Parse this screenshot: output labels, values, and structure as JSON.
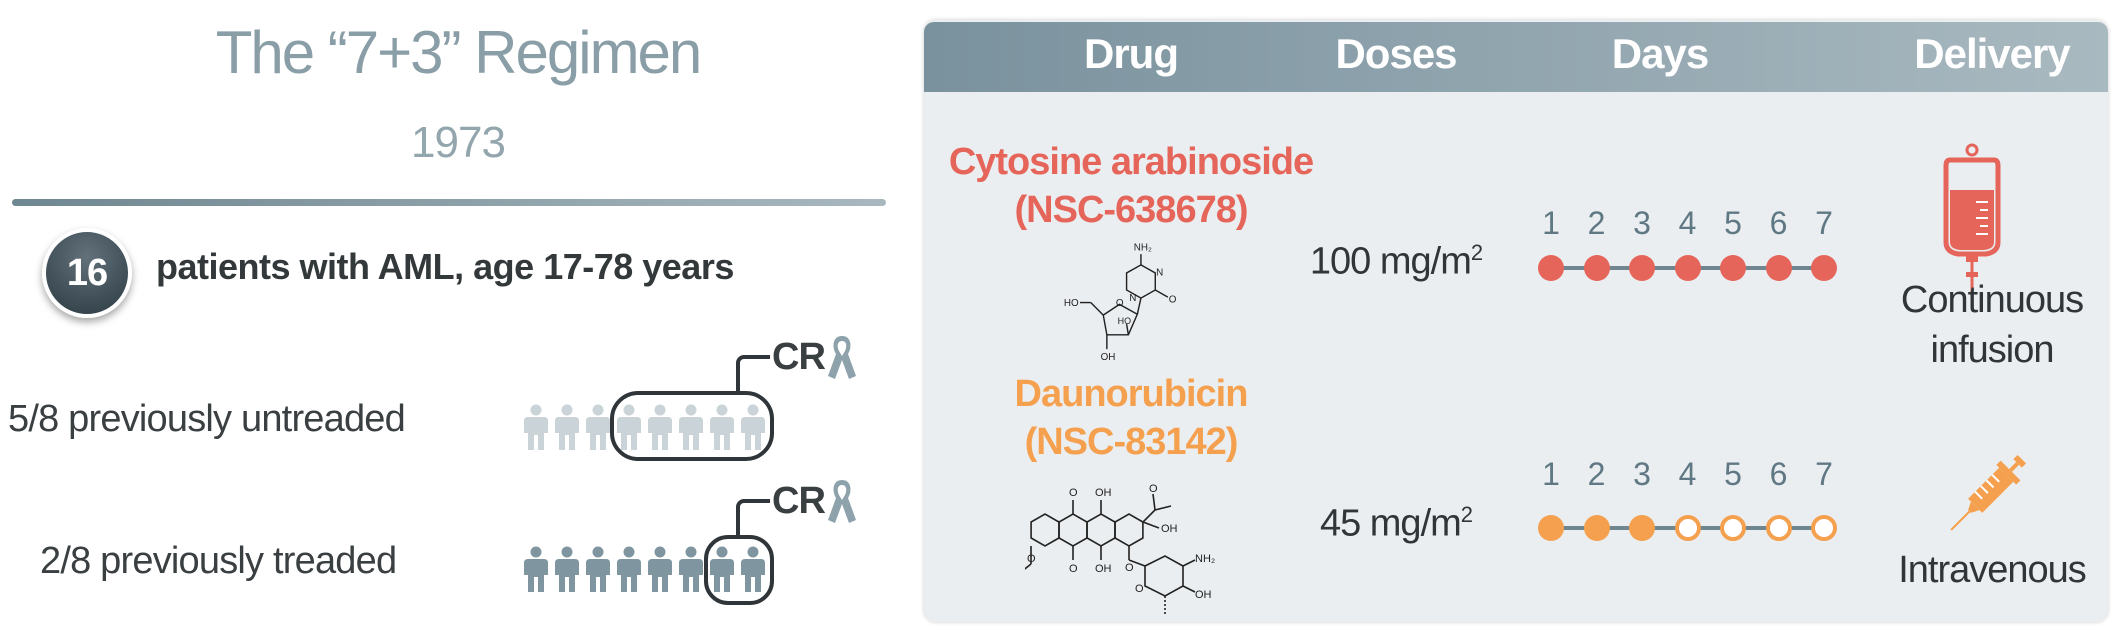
{
  "left": {
    "title": "The “7+3” Regimen",
    "year": "1973",
    "patients_count": "16",
    "patients_text": "patients with AML, age 17-78 years",
    "groups": [
      {
        "label": "5/8 previously untreaded",
        "total": 8,
        "responders": 5,
        "outcome": "CR",
        "icon_color": "#c9d3d8"
      },
      {
        "label": "2/8 previously treaded",
        "total": 8,
        "responders": 2,
        "outcome": "CR",
        "icon_color": "#7f959f"
      }
    ],
    "ribbon_icon": "awareness-ribbon-icon",
    "person_icon": "person-icon"
  },
  "table": {
    "headers": [
      "Drug",
      "Doses",
      "Days",
      "Delivery"
    ],
    "rows": [
      {
        "drug": "Cytosine arabinoside",
        "code": "(NSC-638678)",
        "color": "#e5655a",
        "dose": "100 mg/m",
        "dose_exp": "2",
        "days": [
          1,
          2,
          3,
          4,
          5,
          6,
          7
        ],
        "given": [
          true,
          true,
          true,
          true,
          true,
          true,
          true
        ],
        "delivery": [
          "Continuous",
          "infusion"
        ],
        "delivery_icon": "iv-bag-icon",
        "structure_labels": {
          "nh2": "NH₂",
          "n1": "N",
          "n3": "N",
          "o": "O",
          "ho1": "HO",
          "ho2": "HO",
          "oring": "O",
          "oh": "OH"
        }
      },
      {
        "drug": "Daunorubicin",
        "code": "(NSC-83142)",
        "color": "#f4a04e",
        "dose": "45 mg/m",
        "dose_exp": "2",
        "days": [
          1,
          2,
          3,
          4,
          5,
          6,
          7
        ],
        "given": [
          true,
          true,
          true,
          false,
          false,
          false,
          false
        ],
        "delivery": [
          "Intravenous"
        ],
        "delivery_icon": "syringe-icon",
        "structure_labels": {
          "o1": "O",
          "oh1": "OH",
          "o2": "O",
          "oh2": "OH",
          "ome": "O",
          "oh3": "OH",
          "oac": "O",
          "oglyc": "O",
          "nh2": "NH₂",
          "oh4": "OH",
          "osug": "O"
        }
      }
    ]
  }
}
